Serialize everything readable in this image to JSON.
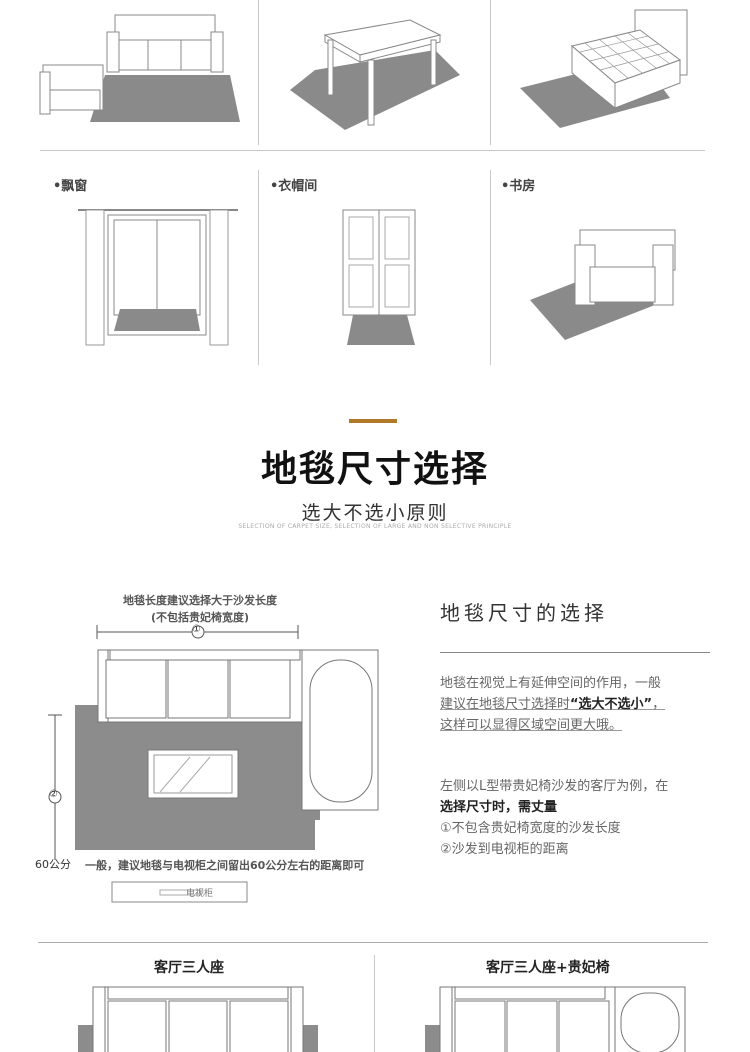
{
  "rooms": {
    "bay_window": "•飘窗",
    "cloakroom": "•衣帽间",
    "study": "•书房",
    "tv_cabinet": "电视柜"
  },
  "section": {
    "title": "地毯尺寸选择",
    "subtitle": "选大不选小原则",
    "subtitle_en": "SELECTION OF CARPET SIZE, SELECTION OF LARGE AND NON SELECTIVE PRINCIPLE"
  },
  "diagram": {
    "length_note_line1": "地毯长度建议选择大于沙发长度",
    "length_note_line2": "(不包括贵妃椅宽度)",
    "marker_1": "①",
    "marker_2": "②",
    "distance_label": "60公分",
    "distance_note": "一般，建议地毯与电视柜之间留出60公分左右的距离即可"
  },
  "right_panel": {
    "title": "地毯尺寸的选择",
    "p1_line1": "地毯在视觉上有延伸空间的作用，一般",
    "p1_line2_pre": "建议在地毯尺寸选择时",
    "p1_line2_bold": "“选大不选小”",
    "p1_line2_post": "，",
    "p1_line3": "这样可以显得区域空间更大哦。",
    "p2_line1": "左侧以L型带贵妃椅沙发的客厅为例，在",
    "p2_line2": "选择尺寸时，需丈量",
    "p2_line3": "①不包含贵妃椅宽度的沙发长度",
    "p2_line4": "②沙发到电视柜的距离"
  },
  "bottom": {
    "left_label": "客厅三人座",
    "right_label": "客厅三人座+贵妃椅"
  }
}
